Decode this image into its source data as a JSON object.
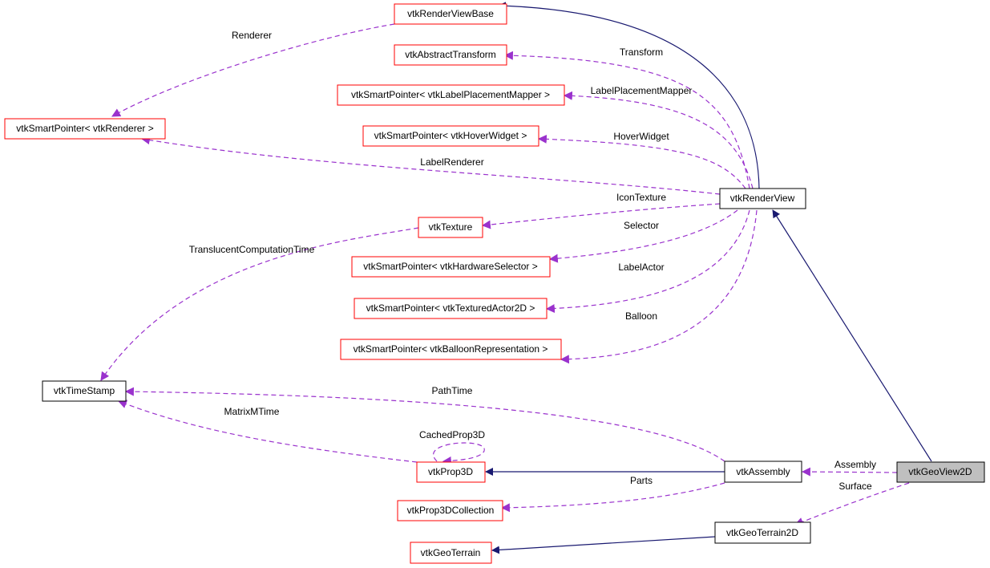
{
  "colors": {
    "inheritance": "#191970",
    "usage": "#9a32cd",
    "red_border": "#ff0000",
    "black_border": "#000000",
    "highlight_fill": "#bfbfbf"
  },
  "nodes": [
    {
      "id": "renderViewBase",
      "label": "vtkRenderViewBase",
      "style": "red"
    },
    {
      "id": "abstractTransform",
      "label": "vtkAbstractTransform",
      "style": "red"
    },
    {
      "id": "spLabelPlacementMapper",
      "label": "vtkSmartPointer< vtkLabelPlacementMapper >",
      "style": "red"
    },
    {
      "id": "spRenderer",
      "label": "vtkSmartPointer< vtkRenderer >",
      "style": "red"
    },
    {
      "id": "spHoverWidget",
      "label": "vtkSmartPointer< vtkHoverWidget >",
      "style": "red"
    },
    {
      "id": "renderView",
      "label": "vtkRenderView",
      "style": "black"
    },
    {
      "id": "texture",
      "label": "vtkTexture",
      "style": "red"
    },
    {
      "id": "spHardwareSelector",
      "label": "vtkSmartPointer< vtkHardwareSelector >",
      "style": "red"
    },
    {
      "id": "spTexturedActor2D",
      "label": "vtkSmartPointer< vtkTexturedActor2D >",
      "style": "red"
    },
    {
      "id": "spBalloonRepresentation",
      "label": "vtkSmartPointer< vtkBalloonRepresentation >",
      "style": "red"
    },
    {
      "id": "timeStamp",
      "label": "vtkTimeStamp",
      "style": "black"
    },
    {
      "id": "prop3D",
      "label": "vtkProp3D",
      "style": "red"
    },
    {
      "id": "assembly",
      "label": "vtkAssembly",
      "style": "black"
    },
    {
      "id": "geoView2D",
      "label": "vtkGeoView2D",
      "style": "highlight"
    },
    {
      "id": "prop3DCollection",
      "label": "vtkProp3DCollection",
      "style": "red"
    },
    {
      "id": "geoTerrain2D",
      "label": "vtkGeoTerrain2D",
      "style": "black"
    },
    {
      "id": "geoTerrain",
      "label": "vtkGeoTerrain",
      "style": "red"
    }
  ],
  "edges": [
    {
      "id": "e-renderview-renderviewbase",
      "kind": "inheritance",
      "label": ""
    },
    {
      "id": "e-geoview-renderview",
      "kind": "inheritance",
      "label": ""
    },
    {
      "id": "e-assembly-prop3d",
      "kind": "inheritance",
      "label": ""
    },
    {
      "id": "e-geoterrain2d-geoterrain",
      "kind": "inheritance",
      "label": ""
    },
    {
      "id": "e-renderer",
      "kind": "usage",
      "label": "Renderer"
    },
    {
      "id": "e-transform",
      "kind": "usage",
      "label": "Transform"
    },
    {
      "id": "e-labelplacementmapper",
      "kind": "usage",
      "label": "LabelPlacementMapper"
    },
    {
      "id": "e-hoverwidget",
      "kind": "usage",
      "label": "HoverWidget"
    },
    {
      "id": "e-labelrenderer",
      "kind": "usage",
      "label": "LabelRenderer"
    },
    {
      "id": "e-icontexture",
      "kind": "usage",
      "label": "IconTexture"
    },
    {
      "id": "e-selector",
      "kind": "usage",
      "label": "Selector"
    },
    {
      "id": "e-translucent",
      "kind": "usage",
      "label": "TranslucentComputationTime"
    },
    {
      "id": "e-labelactor",
      "kind": "usage",
      "label": "LabelActor"
    },
    {
      "id": "e-balloon",
      "kind": "usage",
      "label": "Balloon"
    },
    {
      "id": "e-pathtime",
      "kind": "usage",
      "label": "PathTime"
    },
    {
      "id": "e-matrixmtime",
      "kind": "usage",
      "label": "MatrixMTime"
    },
    {
      "id": "e-cachedprop3d",
      "kind": "usage",
      "label": "CachedProp3D"
    },
    {
      "id": "e-assembly",
      "kind": "usage",
      "label": "Assembly"
    },
    {
      "id": "e-parts",
      "kind": "usage",
      "label": "Parts"
    },
    {
      "id": "e-surface",
      "kind": "usage",
      "label": "Surface"
    }
  ]
}
